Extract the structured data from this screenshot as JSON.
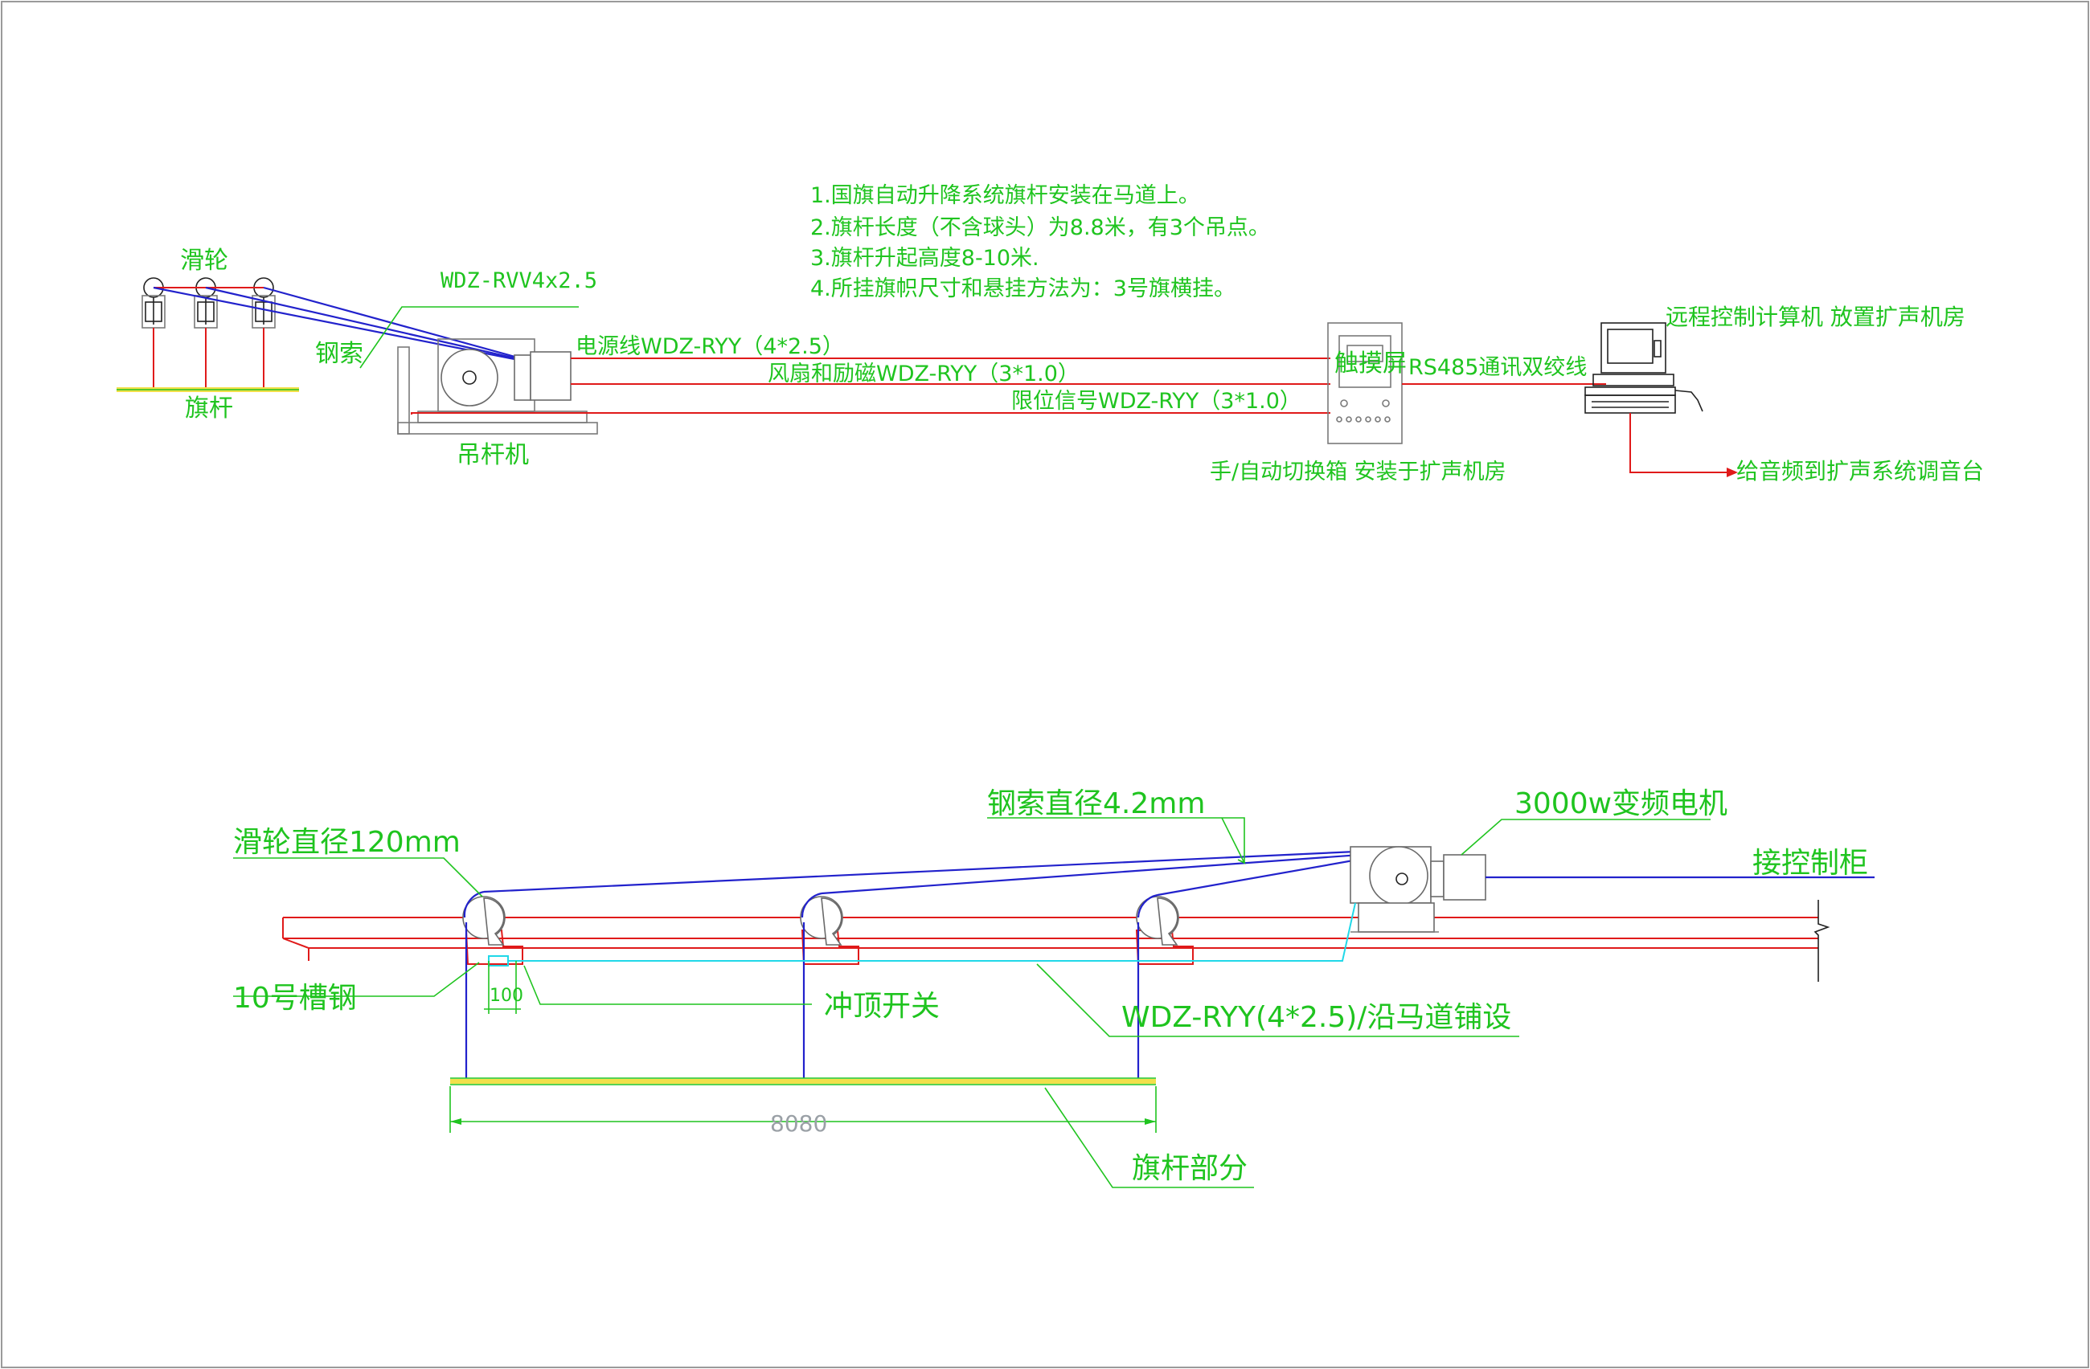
{
  "notes": [
    "1.国旗自动升降系统旗杆安装在马道上。",
    "2.旗杆长度（不含球头）为8.8米，有3个吊点。",
    "3.旗杆升起高度8-10米.",
    "4.所挂旗帜尺寸和悬挂方法为：3号旗横挂。"
  ],
  "top": {
    "pulley": "滑轮",
    "steel_cable": "钢索",
    "flagpole": "旗杆",
    "cable_spec": "WDZ-RVV4x2.5",
    "winch": "吊杆机",
    "power_line": "电源线WDZ-RYY（4*2.5）",
    "fan_line": "风扇和励磁WDZ-RYY（3*1.0）",
    "limit_line": "限位信号WDZ-RYY（3*1.0）",
    "touchscreen": "触摸屏",
    "rs485": "RS485通讯双绞线",
    "switch_box": "手/自动切换箱  安装于扩声机房",
    "remote_pc": "远程控制计算机 放置扩声机房",
    "audio": "给音频到扩声系统调音台"
  },
  "bottom": {
    "cable_dia": "钢索直径4.2mm",
    "motor": "3000w变频电机",
    "pulley_dia": "滑轮直径120mm",
    "control_cab": "接控制柜",
    "channel_steel": "10号槽钢",
    "dim_100": "100",
    "top_switch": "冲顶开关",
    "route": "WDZ-RYY(4*2.5)/沿马道铺设",
    "dim_8080": "8080",
    "flagpole_part": "旗杆部分"
  },
  "colors": {
    "label": "#1fc41f",
    "wire_red": "#e01a1a",
    "cable_blue": "#2222cc",
    "route_cyan": "#20d8e8",
    "pole_yellow": "#f2e04a"
  }
}
